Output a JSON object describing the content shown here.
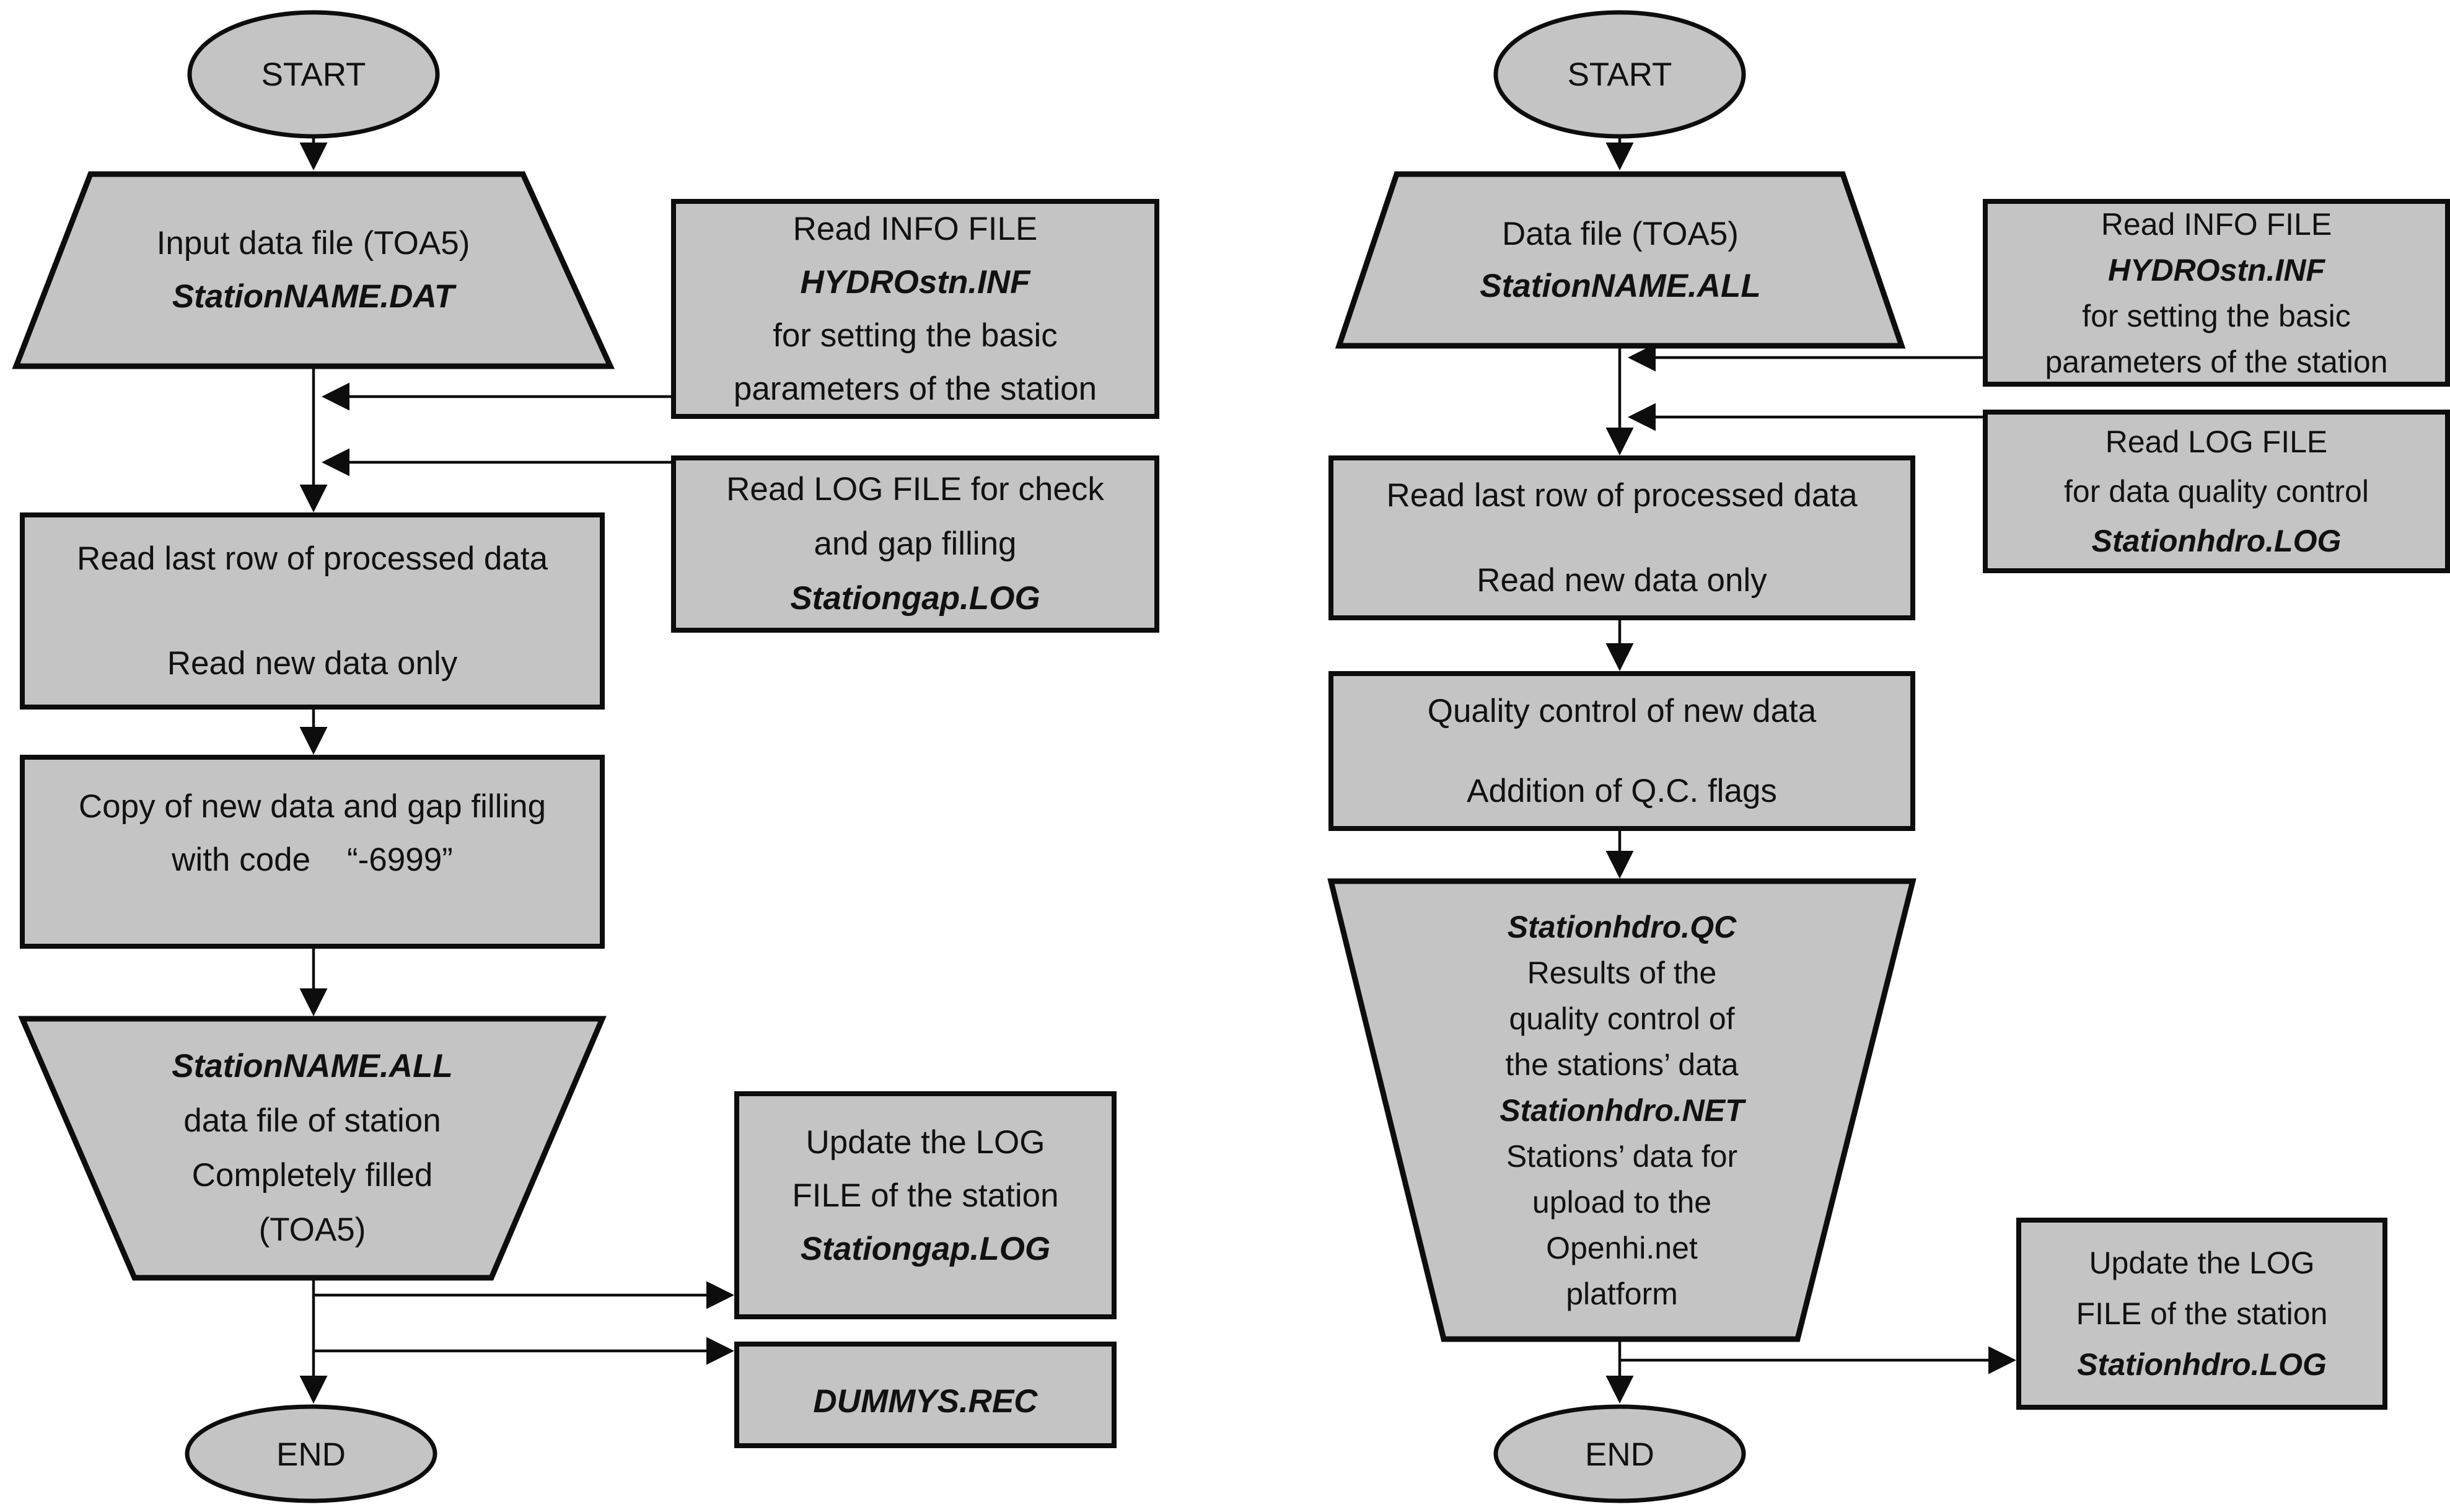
{
  "colors": {
    "background": "#ffffff",
    "shape_fill": "#c4c4c4",
    "shape_stroke": "#0d0d0d",
    "text": "#111111"
  },
  "left": {
    "start_label": "START",
    "input_trapezoid": [
      "Input data file (TOA5)",
      "StationNAME.DAT"
    ],
    "info_box": [
      "Read INFO FILE",
      "HYDROstn.INF",
      "for setting the basic",
      "parameters of the station"
    ],
    "log_box": [
      "Read LOG FILE for check",
      "and gap filling",
      "Stationgap.LOG"
    ],
    "read_box": [
      "Read last row of processed data",
      "Read new data only"
    ],
    "copy_box": [
      "Copy of new data and gap filling",
      "with code    “-6999”"
    ],
    "output_trapezoid": [
      "StationNAME.ALL",
      "data file of station",
      "Completely filled",
      "(TOA5)"
    ],
    "update_log_box": [
      "Update the LOG",
      "FILE of the station",
      "Stationgap.LOG"
    ],
    "dummys_box": [
      "DUMMYS.REC"
    ],
    "end_label": "END"
  },
  "right": {
    "start_label": "START",
    "input_trapezoid": [
      "Data file (TOA5)",
      "StationNAME.ALL"
    ],
    "info_box": [
      "Read INFO FILE",
      "HYDROstn.INF",
      "for setting the basic",
      "parameters of the station"
    ],
    "log_box": [
      "Read LOG FILE",
      "for data quality control",
      "Stationhdro.LOG"
    ],
    "read_box": [
      "Read last row of processed data",
      "Read new data only"
    ],
    "qc_box": [
      "Quality control of new data",
      "Addition of Q.C. flags"
    ],
    "output_trapezoid": [
      "Stationhdro.QC",
      "Results of the",
      "quality control of",
      "the stations’ data",
      "Stationhdro.NET",
      "Stations’ data for",
      "upload to the",
      "Openhi.net",
      "platform"
    ],
    "update_log_box": [
      "Update the LOG",
      "FILE of the station",
      "Stationhdro.LOG"
    ],
    "end_label": "END"
  }
}
